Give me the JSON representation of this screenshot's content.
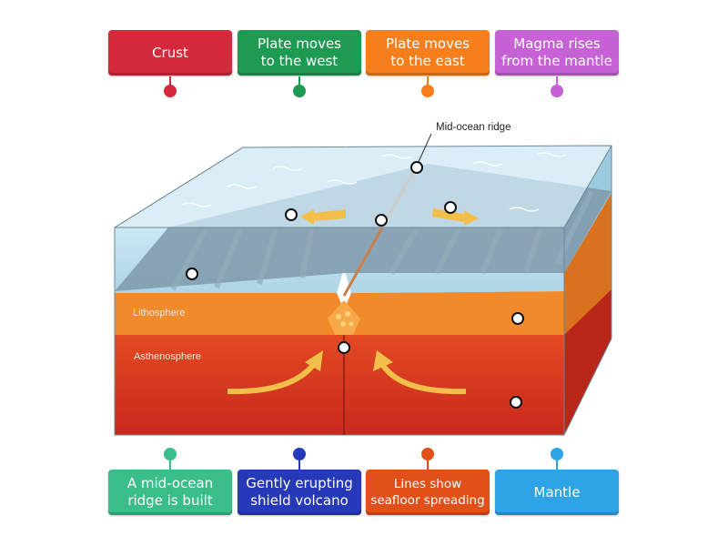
{
  "labels_top": [
    {
      "text": "Crust",
      "color": "#d42a3c"
    },
    {
      "text": "Plate moves\nto the west",
      "color": "#1e9a52"
    },
    {
      "text": "Plate moves\nto the east",
      "color": "#f57f1c"
    },
    {
      "text": "Magma rises\nfrom the mantle",
      "color": "#c762d6"
    }
  ],
  "labels_bottom": [
    {
      "text": "A mid-ocean\nridge is built",
      "color": "#3bbd8a"
    },
    {
      "text": "Gently erupting\nshield volcano",
      "color": "#2639b8"
    },
    {
      "text": "Lines show\nseafloor spreading",
      "color": "#e2501a"
    },
    {
      "text": "Mantle",
      "color": "#2ea3e6"
    }
  ],
  "diagram": {
    "callout": "Mid-ocean ridge",
    "lithosphere_label": "Lithosphere",
    "asthenosphere_label": "Asthenosphere",
    "colors": {
      "water": "#bfe0f0",
      "seafloor": "#7f99aa",
      "lithosphere": "#f08a2a",
      "asthenosphere": "#d93a22",
      "arrow": "#f2c04a"
    }
  }
}
